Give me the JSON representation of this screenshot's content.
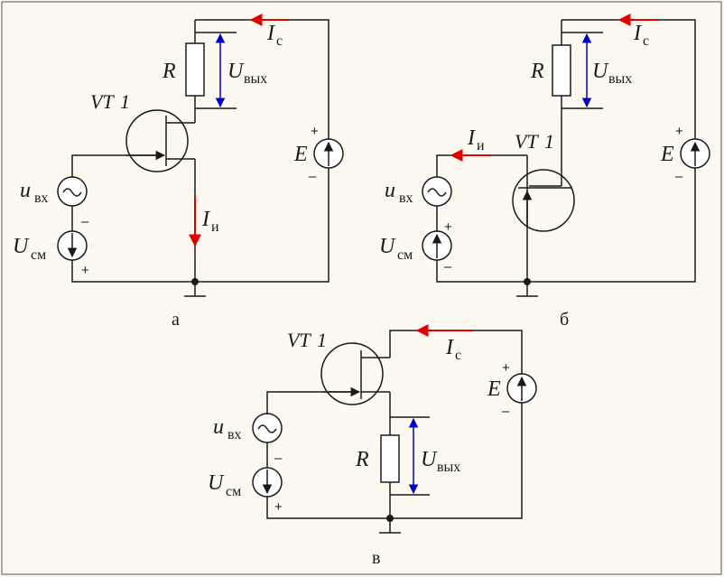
{
  "colors": {
    "background": "#fdf9f1",
    "wire": "#1a1a1a",
    "current_arrow": "#e00000",
    "voltage_arrow": "#0000cc"
  },
  "labels": {
    "transistor_main": "VT",
    "transistor_num": "1",
    "resistor": "R",
    "source_E": "E",
    "u_main": "u",
    "u_sub": "вх",
    "ucm_main": "U",
    "ucm_sub": "см",
    "uout_main": "U",
    "uout_sub": "вых",
    "ic_main": "I",
    "ic_sub": "с",
    "ii_main": "I",
    "ii_sub": "и",
    "plus": "+",
    "minus": "–"
  },
  "captions": {
    "a": "а",
    "b": "б",
    "c": "в"
  }
}
